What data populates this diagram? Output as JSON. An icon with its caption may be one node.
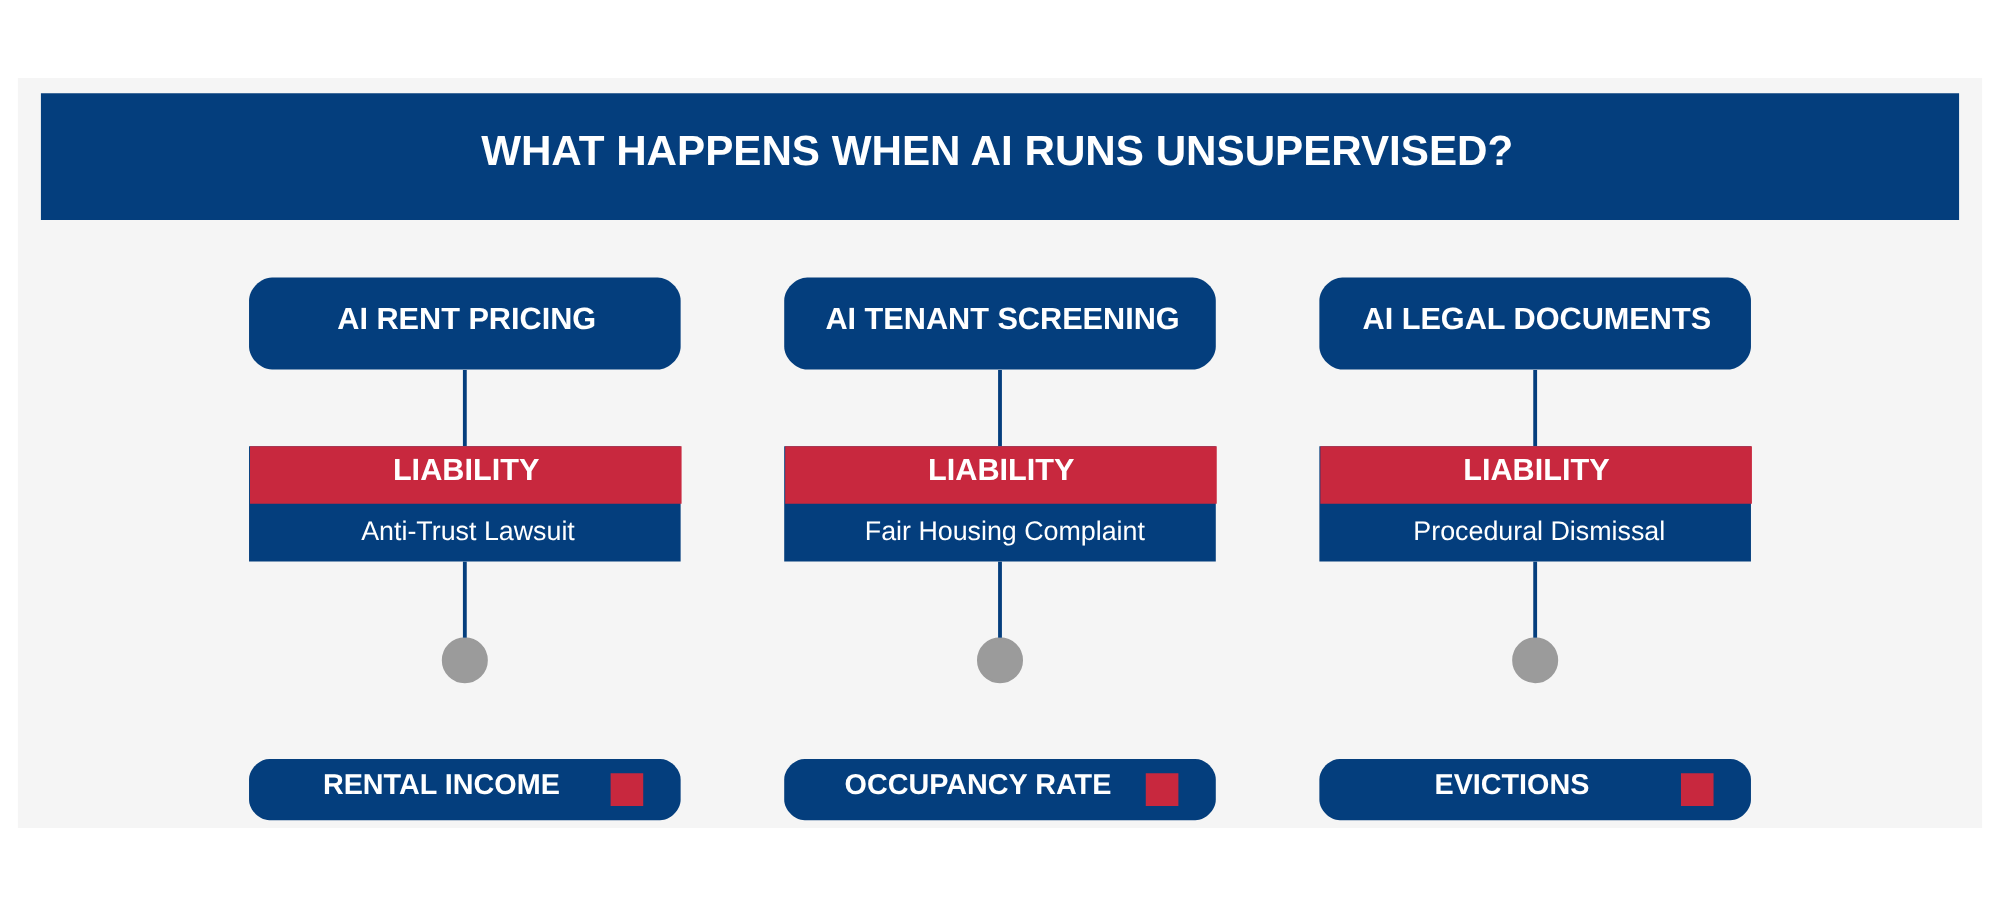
{
  "diagram": {
    "title": "WHAT HAPPENS WHEN AI RUNS UNSUPERVISED?",
    "nodes": [
      {
        "text": [
          "AI RENT PRICING"
        ]
      },
      {
        "text": [
          "AI TENANT SCREENING"
        ]
      },
      {
        "text": [
          "AI LEGAL DOCUMENTS"
        ]
      },
      {
        "text": [
          "LIABILITY",
          "Anti-Trust Lawsuit"
        ]
      },
      {
        "text": [
          "LIABILITY",
          "Fair Housing Complaint"
        ]
      },
      {
        "text": [
          "LIABILITY",
          "Procedural Dismissal"
        ]
      },
      {
        "text": [],
        "shape": "circle"
      },
      {
        "text": [],
        "shape": "circle"
      },
      {
        "text": [],
        "shape": "circle"
      },
      {
        "text": [
          "RENTAL INCOME"
        ]
      },
      {
        "text": [
          "OCCUPANCY RATE"
        ]
      },
      {
        "text": [
          "EVICTIONS"
        ]
      }
    ],
    "edges": [
      {
        "from": 0,
        "to": 3,
        "arrow": "none"
      },
      {
        "from": 3,
        "to": 6,
        "arrow": "none"
      },
      {
        "from": 1,
        "to": 4,
        "arrow": "none"
      },
      {
        "from": 4,
        "to": 7,
        "arrow": "none"
      },
      {
        "from": 2,
        "to": 5,
        "arrow": "none"
      },
      {
        "from": 5,
        "to": 8,
        "arrow": "none"
      }
    ]
  }
}
